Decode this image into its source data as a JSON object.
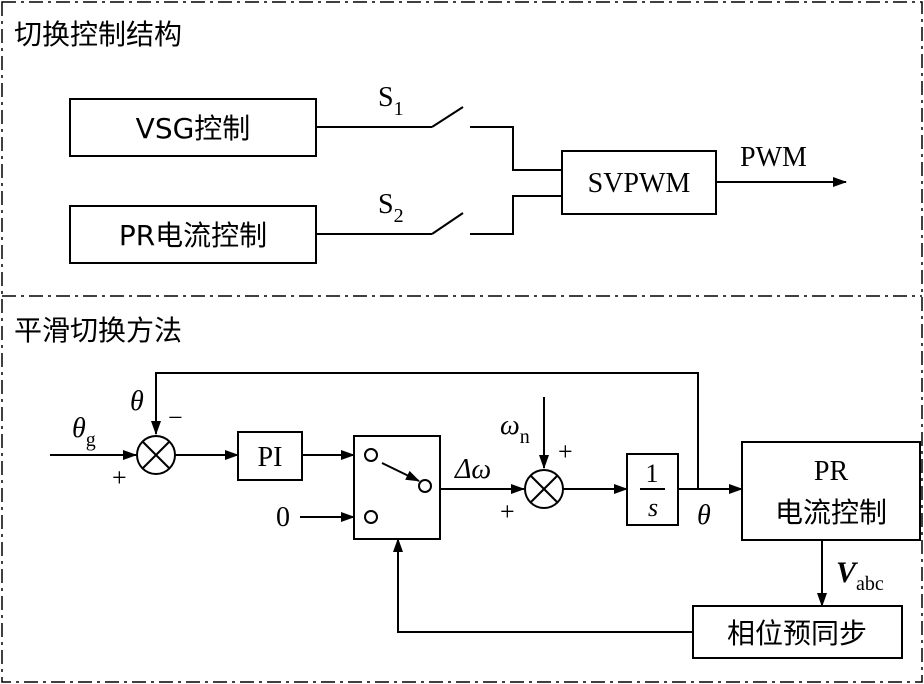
{
  "sections": {
    "top_title": "切换控制结构",
    "bottom_title": "平滑切换方法"
  },
  "switch_structure": {
    "vsg_block": "VSG控制",
    "pr_block": "PR电流控制",
    "s1": "S",
    "s1_sub": "1",
    "s2": "S",
    "s2_sub": "2",
    "svpwm_block": "SVPWM",
    "pwm_output": "PWM"
  },
  "smooth_method": {
    "theta_g": "θ",
    "theta_g_sub": "g",
    "theta_feedback": "θ",
    "sum1_plus": "+",
    "sum1_minus": "−",
    "pi_block": "PI",
    "zero_input": "0",
    "delta_omega": "Δω",
    "omega_n": "ω",
    "omega_n_sub": "n",
    "sum2_plus_top": "+",
    "sum2_plus_left": "+",
    "integrator_num": "1",
    "integrator_den": "s",
    "theta_out": "θ",
    "pr_block_line1": "PR",
    "pr_block_line2": "电流控制",
    "v_abc": "V",
    "v_abc_sub": "abc",
    "phase_sync_block": "相位预同步"
  }
}
